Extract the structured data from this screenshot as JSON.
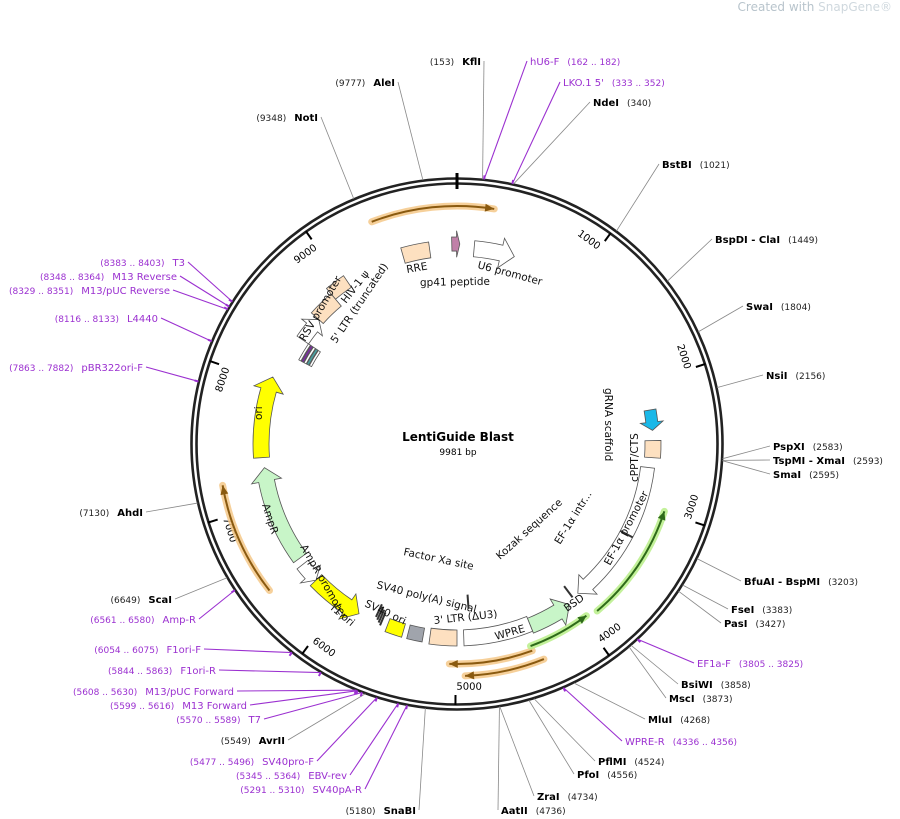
{
  "watermark": {
    "prefix": "Created with ",
    "brand": "SnapGene®"
  },
  "plasmid": {
    "name": "LentiGuide Blast",
    "length_label": "9981 bp",
    "total_bp": 9981
  },
  "ticks": [
    "1000",
    "2000",
    "3000",
    "4000",
    "5000",
    "6000",
    "7000",
    "8000",
    "9000"
  ],
  "enzymes": [
    {
      "name": "KflI",
      "pos": "(153)",
      "site": 153
    },
    {
      "name": "AleI",
      "pos": "(9777)",
      "site": 9777
    },
    {
      "name": "NotI",
      "pos": "(9348)",
      "site": 9348
    },
    {
      "name": "NdeI",
      "pos": "(340)",
      "site": 340
    },
    {
      "name": "BstBI",
      "pos": "(1021)",
      "site": 1021
    },
    {
      "name": "BspDI - ClaI",
      "pos": "(1449)",
      "site": 1449
    },
    {
      "name": "SwaI",
      "pos": "(1804)",
      "site": 1804
    },
    {
      "name": "NsiI",
      "pos": "(2156)",
      "site": 2156
    },
    {
      "name": "PspXI",
      "pos": "(2583)",
      "site": 2583
    },
    {
      "name": "TspMI - XmaI",
      "pos": "(2593)",
      "site": 2593
    },
    {
      "name": "SmaI",
      "pos": "(2595)",
      "site": 2595
    },
    {
      "name": "BfuAI - BspMI",
      "pos": "(3203)",
      "site": 3203
    },
    {
      "name": "FseI",
      "pos": "(3383)",
      "site": 3383
    },
    {
      "name": "PasI",
      "pos": "(3427)",
      "site": 3427
    },
    {
      "name": "BsiWI",
      "pos": "(3858)",
      "site": 3858
    },
    {
      "name": "MscI",
      "pos": "(3873)",
      "site": 3873
    },
    {
      "name": "MluI",
      "pos": "(4268)",
      "site": 4268
    },
    {
      "name": "PflMI",
      "pos": "(4524)",
      "site": 4524
    },
    {
      "name": "PfoI",
      "pos": "(4556)",
      "site": 4556
    },
    {
      "name": "ZraI",
      "pos": "(4734)",
      "site": 4734
    },
    {
      "name": "AatII",
      "pos": "(4736)",
      "site": 4736
    },
    {
      "name": "SnaBI",
      "pos": "(5180)",
      "site": 5180
    },
    {
      "name": "AvrII",
      "pos": "(5549)",
      "site": 5549
    },
    {
      "name": "ScaI",
      "pos": "(6649)",
      "site": 6649
    },
    {
      "name": "AhdI",
      "pos": "(7130)",
      "site": 7130
    }
  ],
  "primers": [
    {
      "name": "hU6-F",
      "range": "(162 .. 182)",
      "start": 162
    },
    {
      "name": "LKO.1 5'",
      "range": "(333 .. 352)",
      "start": 333
    },
    {
      "name": "EF1a-F",
      "range": "(3805 .. 3825)",
      "start": 3805
    },
    {
      "name": "WPRE-R",
      "range": "(4336 .. 4356)",
      "start": 4336
    },
    {
      "name": "SV40pA-R",
      "range": "(5291 .. 5310)",
      "start": 5291
    },
    {
      "name": "EBV-rev",
      "range": "(5345 .. 5364)",
      "start": 5345
    },
    {
      "name": "SV40pro-F",
      "range": "(5477 .. 5496)",
      "start": 5477
    },
    {
      "name": "T7",
      "range": "(5570 .. 5589)",
      "start": 5570
    },
    {
      "name": "M13 Forward",
      "range": "(5599 .. 5616)",
      "start": 5599
    },
    {
      "name": "M13/pUC Forward",
      "range": "(5608 .. 5630)",
      "start": 5608
    },
    {
      "name": "F1ori-R",
      "range": "(5844 .. 5863)",
      "start": 5844
    },
    {
      "name": "F1ori-F",
      "range": "(6054 .. 6075)",
      "start": 6054
    },
    {
      "name": "Amp-R",
      "range": "(6561 .. 6580)",
      "start": 6561
    },
    {
      "name": "pBR322ori-F",
      "range": "(7863 .. 7882)",
      "start": 7863
    },
    {
      "name": "L4440",
      "range": "(8116 .. 8133)",
      "start": 8116
    },
    {
      "name": "M13/pUC Reverse",
      "range": "(8329 .. 8351)",
      "start": 8329
    },
    {
      "name": "M13 Reverse",
      "range": "(8348 .. 8364)",
      "start": 8348
    },
    {
      "name": "T3",
      "range": "(8383 .. 8403)",
      "start": 8383
    }
  ],
  "features": [
    {
      "label": "RRE",
      "color": "#fde0c0"
    },
    {
      "label": "gp41 peptide",
      "color": "#c080a8"
    },
    {
      "label": "U6 promoter",
      "color": "#ffffff"
    },
    {
      "label": "HIV-1 ψ",
      "color": "#fde0c0"
    },
    {
      "label": "5' LTR (truncated)",
      "color": "#fde0c0"
    },
    {
      "label": "RSV promoter",
      "color": "#ffffff"
    },
    {
      "label": "gRNA scaffold",
      "color": "#1ab8e8"
    },
    {
      "label": "cPPT/CTS",
      "color": "#fde0c0"
    },
    {
      "label": "EF-1α promoter",
      "color": "#ffffff"
    },
    {
      "label": "EF-1α intr...",
      "color": "#000000"
    },
    {
      "label": "Kozak sequence",
      "color": "#000000"
    },
    {
      "label": "BSD",
      "color": "#c8f5c8"
    },
    {
      "label": "WPRE",
      "color": "#ffffff"
    },
    {
      "label": "3' LTR (ΔU3)",
      "color": "#fde0c0"
    },
    {
      "label": "SV40 poly(A) signal",
      "color": "#a0a4ac"
    },
    {
      "label": "SV40 ori",
      "color": "#ffff00"
    },
    {
      "label": "Factor Xa site",
      "color": "#000000"
    },
    {
      "label": "f1 ori",
      "color": "#ffff00"
    },
    {
      "label": "AmpR promoter",
      "color": "#ffffff"
    },
    {
      "label": "AmpR",
      "color": "#c8f5c8"
    },
    {
      "label": "ori",
      "color": "#ffff00"
    }
  ],
  "colors": {
    "primer": "#9b30d0",
    "enzyme_line": "#888888",
    "orf": "#8a5a10",
    "orf_halo": "#f5c888",
    "orf2": "#2e6a1a",
    "orf2_halo": "#b8ee88"
  }
}
